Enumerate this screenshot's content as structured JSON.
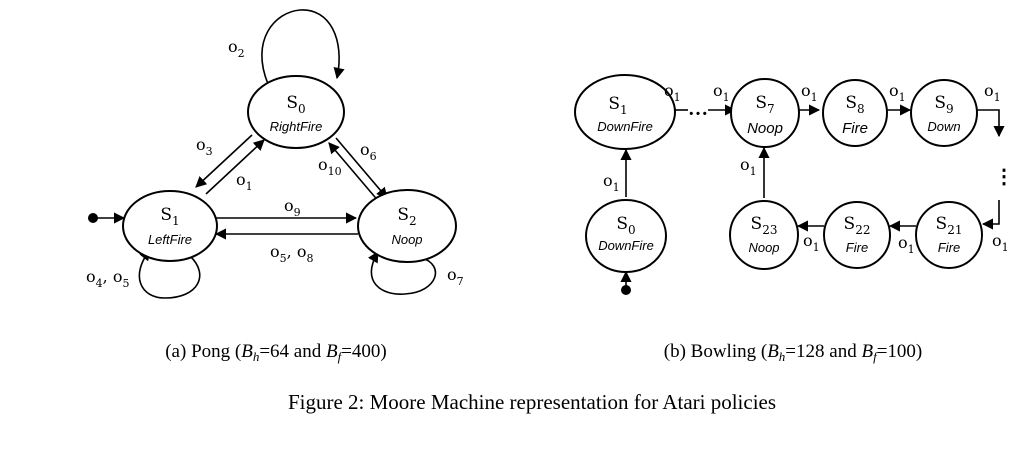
{
  "pong": {
    "states": {
      "s0": {
        "name": "S",
        "sub": "0",
        "action": "RightFire"
      },
      "s1": {
        "name": "S",
        "sub": "1",
        "action": "LeftFire"
      },
      "s2": {
        "name": "S",
        "sub": "2",
        "action": "Noop"
      }
    },
    "edges": {
      "s0_loop": {
        "o": "o",
        "sub": "2"
      },
      "s1_s0": {
        "o": "o",
        "sub": "1"
      },
      "s0_s1": {
        "o": "o",
        "sub": "3"
      },
      "s0_s2": {
        "o": "o",
        "sub": "6"
      },
      "s2_s0": {
        "o": "o",
        "sub": "10"
      },
      "s1_s2": {
        "o": "o",
        "sub": "9"
      },
      "s2_s1": {
        "o1": "o",
        "sub1": "5",
        "sep": ", ",
        "o2": "o",
        "sub2": "8"
      },
      "s1_loop": {
        "o1": "o",
        "sub1": "4",
        "sep": ", ",
        "o2": "o",
        "sub2": "5"
      },
      "s2_loop": {
        "o": "o",
        "sub": "7"
      }
    },
    "caption": {
      "prefix": "(a) Pong (",
      "b1": "B",
      "b1_sub": "h",
      "v1": "=64 and ",
      "b2": "B",
      "b2_sub": "f",
      "v2": "=400)"
    }
  },
  "bowling": {
    "states": {
      "s1": {
        "name": "S",
        "sub": "1",
        "action": "DownFire"
      },
      "s0": {
        "name": "S",
        "sub": "0",
        "action": "DownFire"
      },
      "s7": {
        "name": "S",
        "sub": "7",
        "action": "Noop"
      },
      "s8": {
        "name": "S",
        "sub": "8",
        "action": "Fire"
      },
      "s9": {
        "name": "S",
        "sub": "9",
        "action": "Down"
      },
      "s21": {
        "name": "S",
        "sub": "21",
        "action": "Fire"
      },
      "s22": {
        "name": "S",
        "sub": "22",
        "action": "Fire"
      },
      "s23": {
        "name": "S",
        "sub": "23",
        "action": "Noop"
      }
    },
    "edge_label": {
      "o": "o",
      "sub": "1"
    },
    "ellipsis_h": "…",
    "ellipsis_v": "⋮",
    "caption": {
      "prefix": "(b) Bowling (",
      "b1": "B",
      "b1_sub": "h",
      "v1": "=128 and ",
      "b2": "B",
      "b2_sub": "f",
      "v2": "=100)"
    }
  },
  "figure_caption": "Figure 2: Moore Machine representation for Atari policies"
}
